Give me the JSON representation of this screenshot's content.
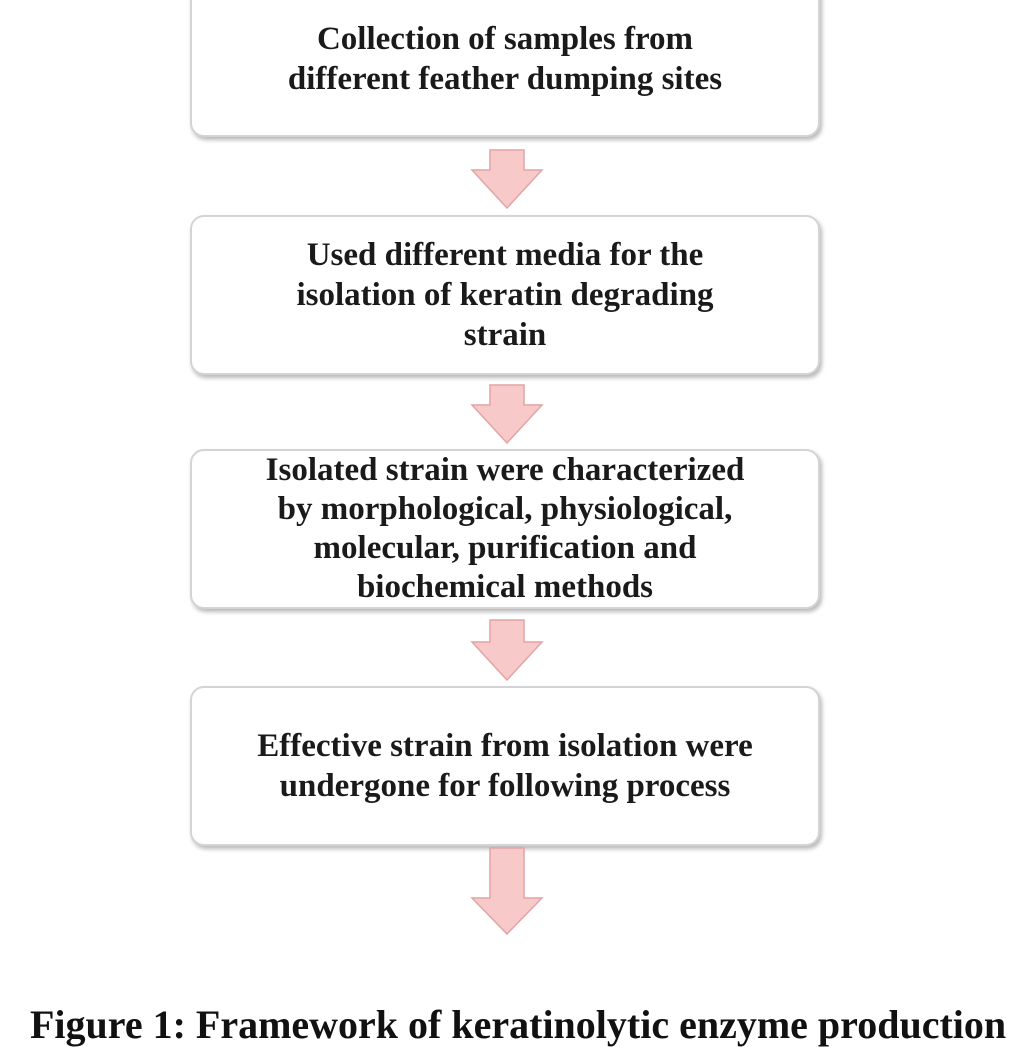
{
  "steps": [
    {
      "text": "Collection of samples  from\ndifferent feather dumping sites"
    },
    {
      "text": "Used different media  for the\nisolation of keratin degrading\nstrain"
    },
    {
      "text": "Isolated strain  were characterized\nby morphological, physiological,\nmolecular, purification and\nbiochemical methods"
    },
    {
      "text": "Effective strain from isolation were\nundergone for following process"
    }
  ],
  "caption": "Figure 1: Framework of keratinolytic enzyme production",
  "colors": {
    "arrow_fill": "#f7c9c9",
    "arrow_stroke": "#e3a4a4",
    "box_border": "#d4d4d4",
    "text": "#1a1a1a"
  }
}
